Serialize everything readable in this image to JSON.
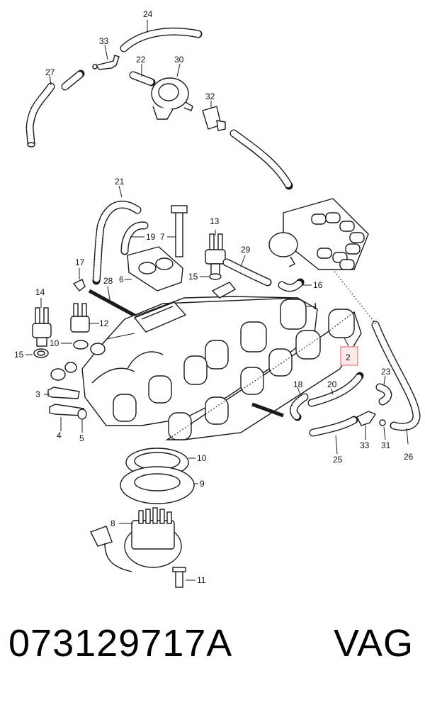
{
  "callouts": {
    "c1": "1",
    "c2": "2",
    "c3": "3",
    "c4": "4",
    "c5": "5",
    "c6": "6",
    "c7": "7",
    "c8": "8",
    "c9": "9",
    "c10": "10",
    "c11": "11",
    "c12": "12",
    "c13": "13",
    "c14": "14",
    "c15a": "15",
    "c15b": "15",
    "c16": "16",
    "c17": "17",
    "c18": "18",
    "c19": "19",
    "c20": "20",
    "c21": "21",
    "c22": "22",
    "c23": "23",
    "c24": "24",
    "c25": "25",
    "c26": "26",
    "c27": "27",
    "c28": "28",
    "c29": "29",
    "c30": "30",
    "c31": "31",
    "c32": "32",
    "c33a": "33",
    "c33b": "33"
  },
  "highlight": {
    "color": "#e0767c"
  },
  "footer": {
    "part_number": "073129717A",
    "brand": "VAG"
  }
}
